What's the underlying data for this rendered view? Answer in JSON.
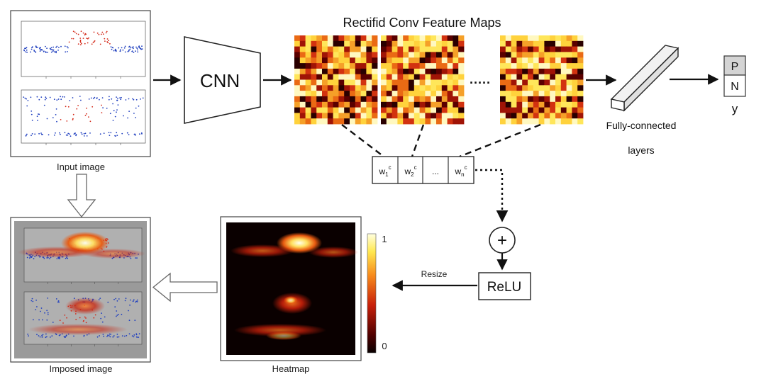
{
  "title": "Rectifid Conv Feature Maps",
  "cnn_label": "CNN",
  "dots_label": "·····",
  "fc_label_line1": "Fully-connected",
  "fc_label_line2": "layers",
  "output": {
    "p": "P",
    "n": "N",
    "y": "y"
  },
  "weights": [
    {
      "base": "w",
      "sub": "1",
      "sup": "c"
    },
    {
      "base": "w",
      "sub": "2",
      "sup": "c"
    },
    {
      "base": "...",
      "sub": "",
      "sup": ""
    },
    {
      "base": "w",
      "sub": "n",
      "sup": "c"
    }
  ],
  "sum_symbol": "+",
  "relu_label": "ReLU",
  "resize_label": "Resize",
  "input_caption": "Input image",
  "imposed_caption": "Imposed image",
  "heatmap_caption": "Heatmap",
  "colorbar": {
    "max_label": "1",
    "min_label": "0"
  },
  "colors": {
    "heat_dark": "#1a0000",
    "heat_red": "#c81e0a",
    "heat_orange": "#f07814",
    "heat_yellow": "#fff060",
    "blue_points": "#1f3fbf",
    "red_points": "#d42a1a"
  }
}
